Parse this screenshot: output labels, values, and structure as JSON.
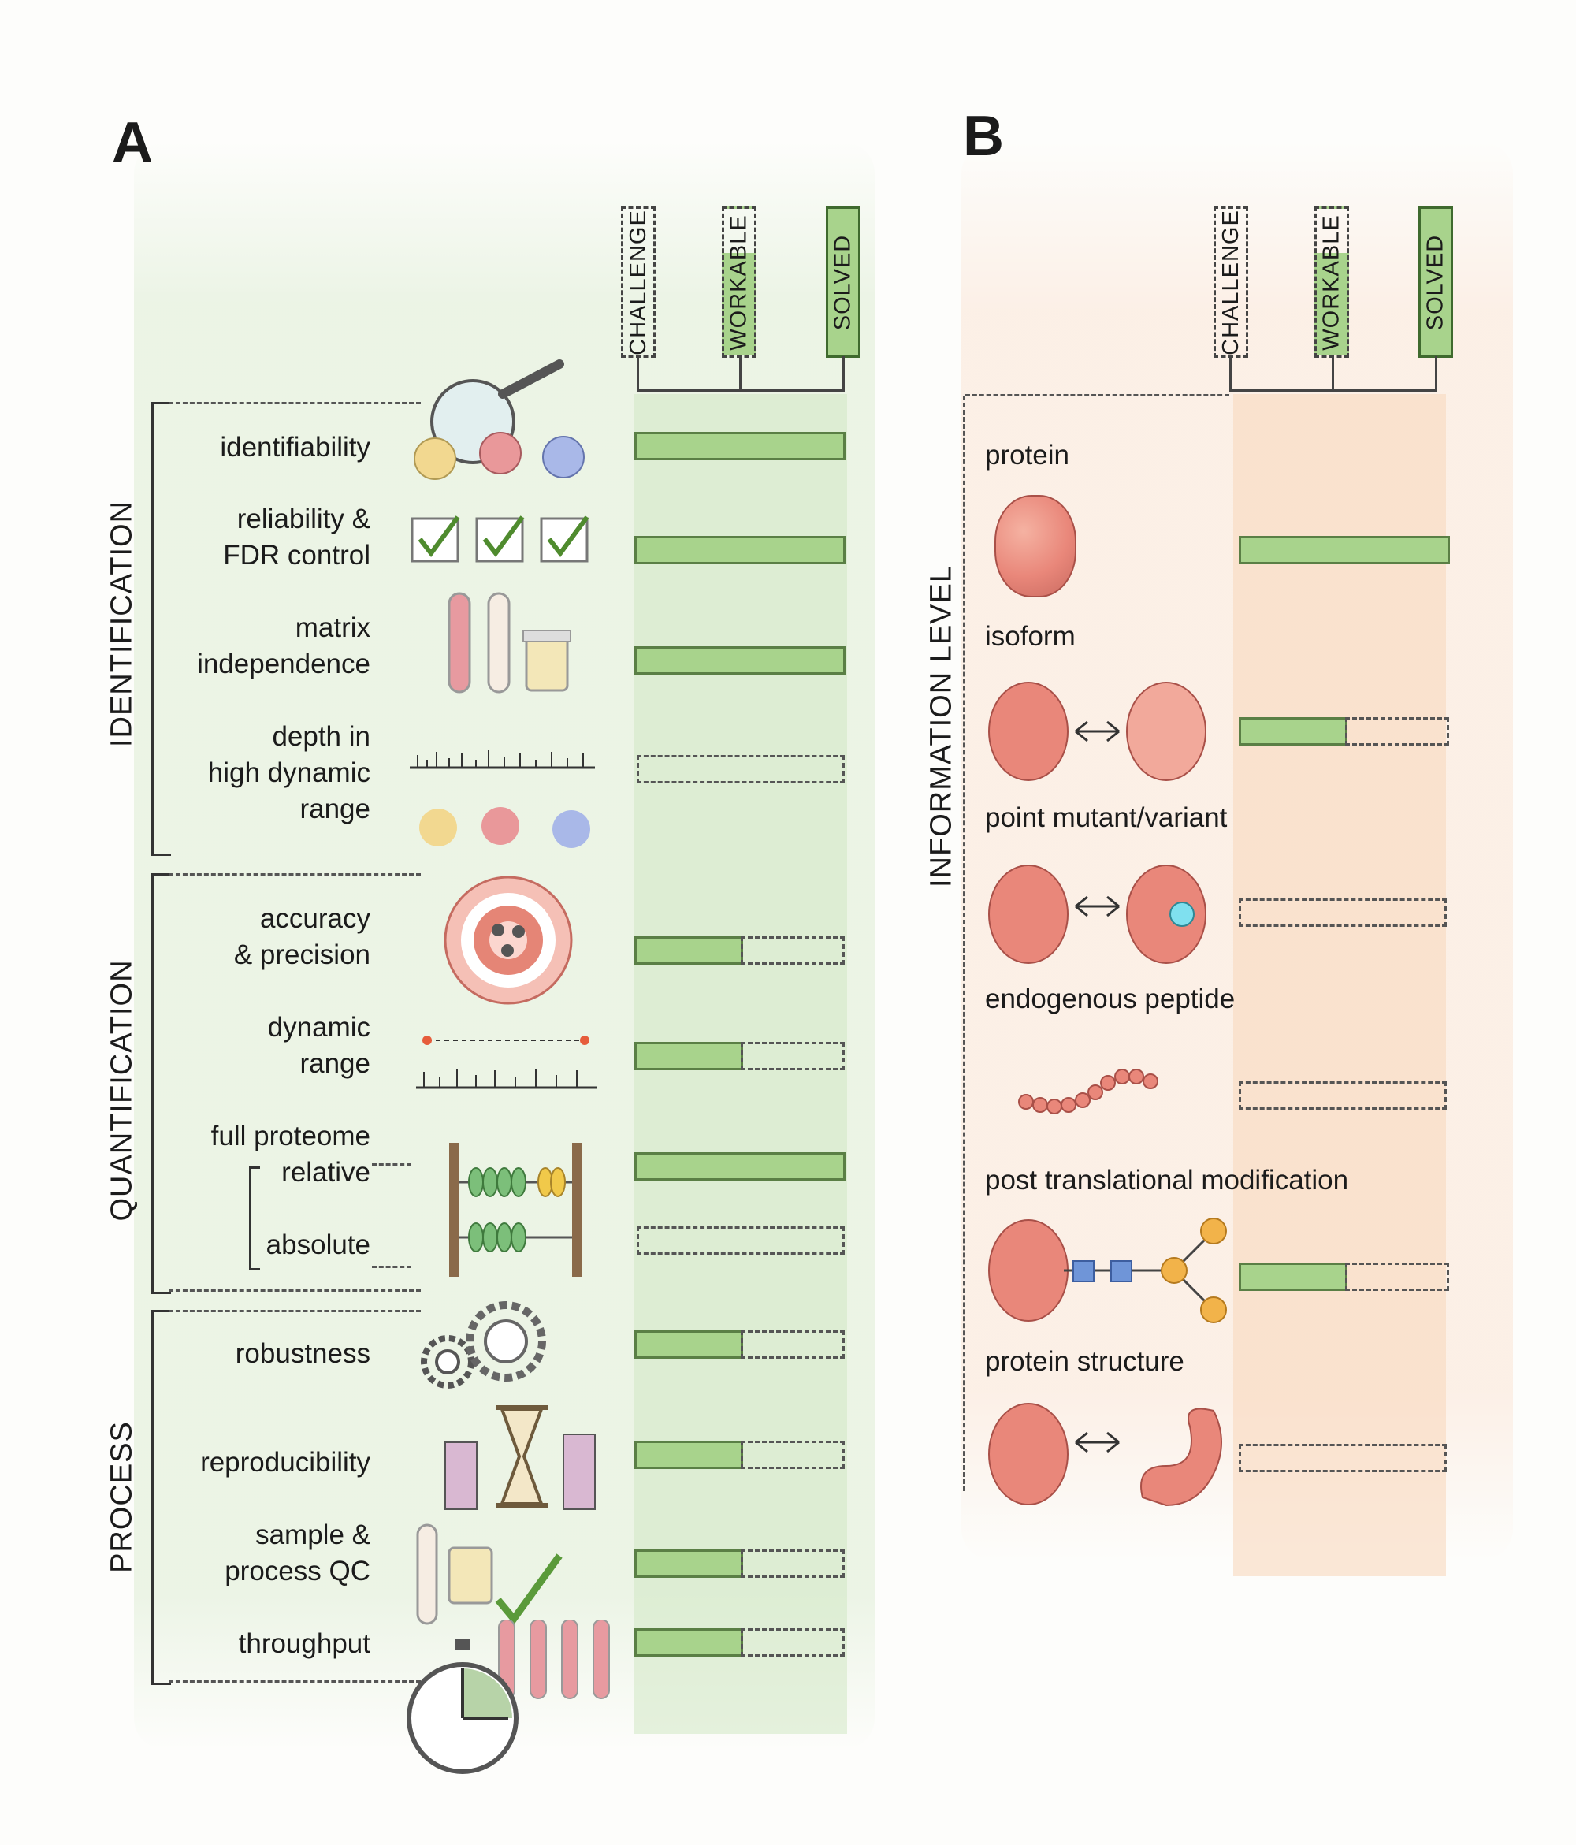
{
  "panel_a": {
    "letter": "A",
    "headers": [
      "CHALLENGE",
      "WORKABLE",
      "SOLVED"
    ],
    "categories": {
      "identification": "IDENTIFICATION",
      "quantification": "QUANTIFICATION",
      "process": "PROCESS"
    },
    "rows": [
      {
        "label": "identifiability",
        "status": "solved"
      },
      {
        "label": "reliability & FDR control",
        "status": "solved"
      },
      {
        "label": "matrix independence",
        "status": "solved"
      },
      {
        "label": "depth in high dynamic range",
        "status": "challenge"
      },
      {
        "label": "accuracy & precision",
        "status": "workable"
      },
      {
        "label": "dynamic range",
        "status": "workable"
      },
      {
        "label": "full proteome",
        "status": ""
      },
      {
        "label": "relative",
        "status": "solved"
      },
      {
        "label": "absolute",
        "status": "challenge"
      },
      {
        "label": "robustness",
        "status": "workable"
      },
      {
        "label": "reproducibility",
        "status": "workable"
      },
      {
        "label": "sample & process QC",
        "status": "workable"
      },
      {
        "label": "throughput",
        "status": "workable"
      }
    ],
    "label_lines": {
      "identifiability": [
        "identifiability"
      ],
      "reliability": [
        "reliability &",
        "FDR control"
      ],
      "matrix": [
        "matrix",
        "independence"
      ],
      "depth": [
        "depth in",
        "high dynamic",
        "range"
      ],
      "accuracy": [
        "accuracy",
        "& precision"
      ],
      "dynamic": [
        "dynamic",
        "range"
      ],
      "full": [
        "full proteome"
      ],
      "relative": [
        "relative"
      ],
      "absolute": [
        "absolute"
      ],
      "robustness": [
        "robustness"
      ],
      "reproducibility": [
        "reproducibility"
      ],
      "qc": [
        "sample &",
        "process QC"
      ],
      "throughput": [
        "throughput"
      ]
    }
  },
  "panel_b": {
    "letter": "B",
    "headers": [
      "CHALLENGE",
      "WORKABLE",
      "SOLVED"
    ],
    "category": "INFORMATION LEVEL",
    "rows": [
      {
        "label": "protein",
        "status": "solved"
      },
      {
        "label": "isoform",
        "status": "workable"
      },
      {
        "label": "point mutant/variant",
        "status": "challenge"
      },
      {
        "label": "endogenous peptide",
        "status": "challenge"
      },
      {
        "label": "post translational modification",
        "status": "workable"
      },
      {
        "label": "protein structure",
        "status": "challenge"
      }
    ]
  },
  "colors": {
    "fill": "#a8d38c",
    "fill_border": "#5a7f45",
    "panel_a_bg": "#e4f0dc",
    "panel_b_bg": "#fbece1"
  }
}
